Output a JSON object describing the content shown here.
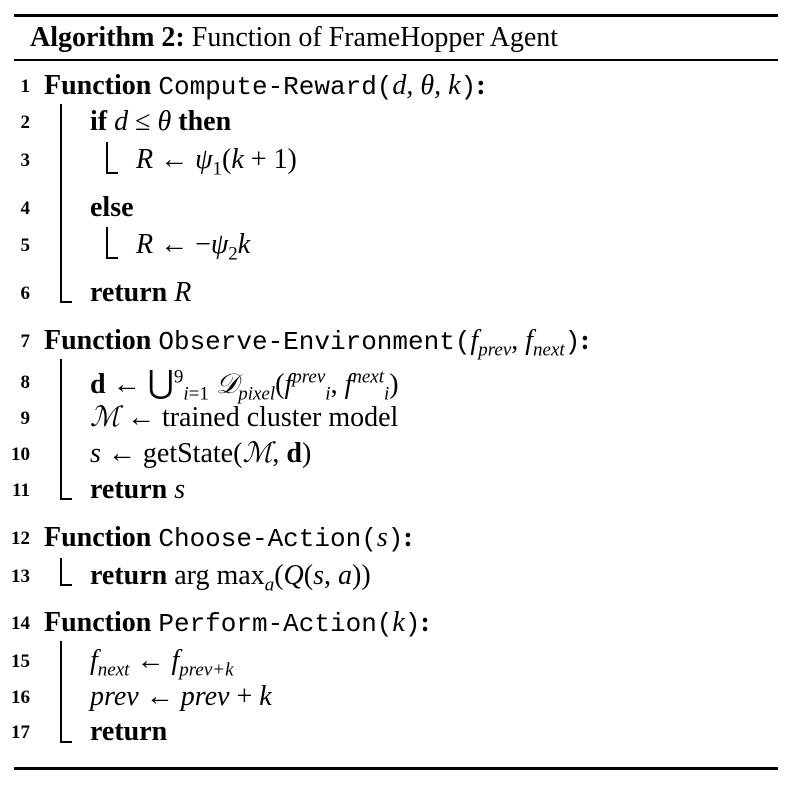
{
  "caption": {
    "label": "Algorithm 2:",
    "title": "Function of FrameHopper Agent"
  },
  "lines": [
    {
      "num": "1",
      "keyword": "Function",
      "name": "Compute-Reward",
      "args": "(d, θ, k)",
      "suffix": ":"
    },
    {
      "num": "2",
      "keyword": "if",
      "text": "d ≤ θ",
      "keyword2": "then"
    },
    {
      "num": "3",
      "text": "R ← ψ₁(k + 1)"
    },
    {
      "num": "4",
      "keyword": "else"
    },
    {
      "num": "5",
      "text": "R ← −ψ₂k"
    },
    {
      "num": "6",
      "keyword": "return",
      "text": "R"
    },
    {
      "num": "7",
      "keyword": "Function",
      "name": "Observe-Environment",
      "args": "(fprev, fnext)",
      "suffix": ":"
    },
    {
      "num": "8",
      "text": "d ← ⋃9i=1 𝒟pixel(fiprev, finext)"
    },
    {
      "num": "9",
      "text": "ℳ ← trained cluster model"
    },
    {
      "num": "10",
      "text": "s ← getState(ℳ, d)"
    },
    {
      "num": "11",
      "keyword": "return",
      "text": "s"
    },
    {
      "num": "12",
      "keyword": "Function",
      "name": "Choose-Action",
      "args": "(s)",
      "suffix": ":"
    },
    {
      "num": "13",
      "keyword": "return",
      "text": "arg maxa(Q(s, a))"
    },
    {
      "num": "14",
      "keyword": "Function",
      "name": "Perform-Action",
      "args": "(k)",
      "suffix": ":"
    },
    {
      "num": "15",
      "text": "fnext ← fprev+k"
    },
    {
      "num": "16",
      "text": "prev ← prev + k"
    },
    {
      "num": "17",
      "keyword": "return"
    }
  ]
}
